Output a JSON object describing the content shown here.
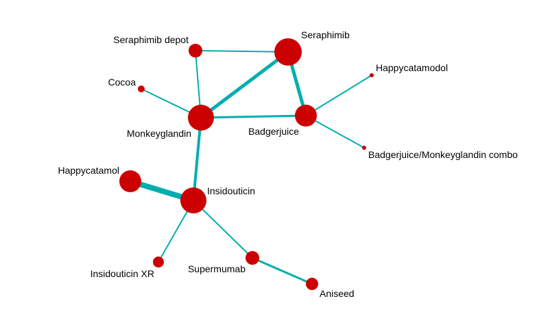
{
  "colors": {
    "node": "#cc0000",
    "edge": "#00aeb0",
    "label": "#000000",
    "background": "#ffffff"
  },
  "network": {
    "nodes": [
      {
        "id": "seraphimib",
        "label": "Seraphimib"
      },
      {
        "id": "seraphimib-depot",
        "label": "Seraphimib depot"
      },
      {
        "id": "cocoa",
        "label": "Cocoa"
      },
      {
        "id": "monkeyglandin",
        "label": "Monkeyglandin"
      },
      {
        "id": "badgerjuice",
        "label": "Badgerjuice"
      },
      {
        "id": "happycatamodol",
        "label": "Happycatamodol"
      },
      {
        "id": "badgerjuice-monkeyglandin-combo",
        "label": "Badgerjuice/Monkeyglandin combo"
      },
      {
        "id": "happycatamol",
        "label": "Happycatamol"
      },
      {
        "id": "insidouticin",
        "label": "Insidouticin"
      },
      {
        "id": "insidouticin-xr",
        "label": "Insidouticin XR"
      },
      {
        "id": "supermumab",
        "label": "Supermumab"
      },
      {
        "id": "aniseed",
        "label": "Aniseed"
      }
    ],
    "edges": [
      {
        "from": "seraphimib-depot",
        "to": "seraphimib"
      },
      {
        "from": "seraphimib-depot",
        "to": "monkeyglandin"
      },
      {
        "from": "cocoa",
        "to": "monkeyglandin"
      },
      {
        "from": "monkeyglandin",
        "to": "seraphimib"
      },
      {
        "from": "seraphimib",
        "to": "badgerjuice"
      },
      {
        "from": "monkeyglandin",
        "to": "badgerjuice"
      },
      {
        "from": "badgerjuice",
        "to": "happycatamodol"
      },
      {
        "from": "badgerjuice",
        "to": "badgerjuice-monkeyglandin-combo"
      },
      {
        "from": "monkeyglandin",
        "to": "insidouticin"
      },
      {
        "from": "happycatamol",
        "to": "insidouticin"
      },
      {
        "from": "insidouticin",
        "to": "insidouticin-xr"
      },
      {
        "from": "insidouticin",
        "to": "supermumab"
      },
      {
        "from": "supermumab",
        "to": "aniseed"
      }
    ]
  }
}
